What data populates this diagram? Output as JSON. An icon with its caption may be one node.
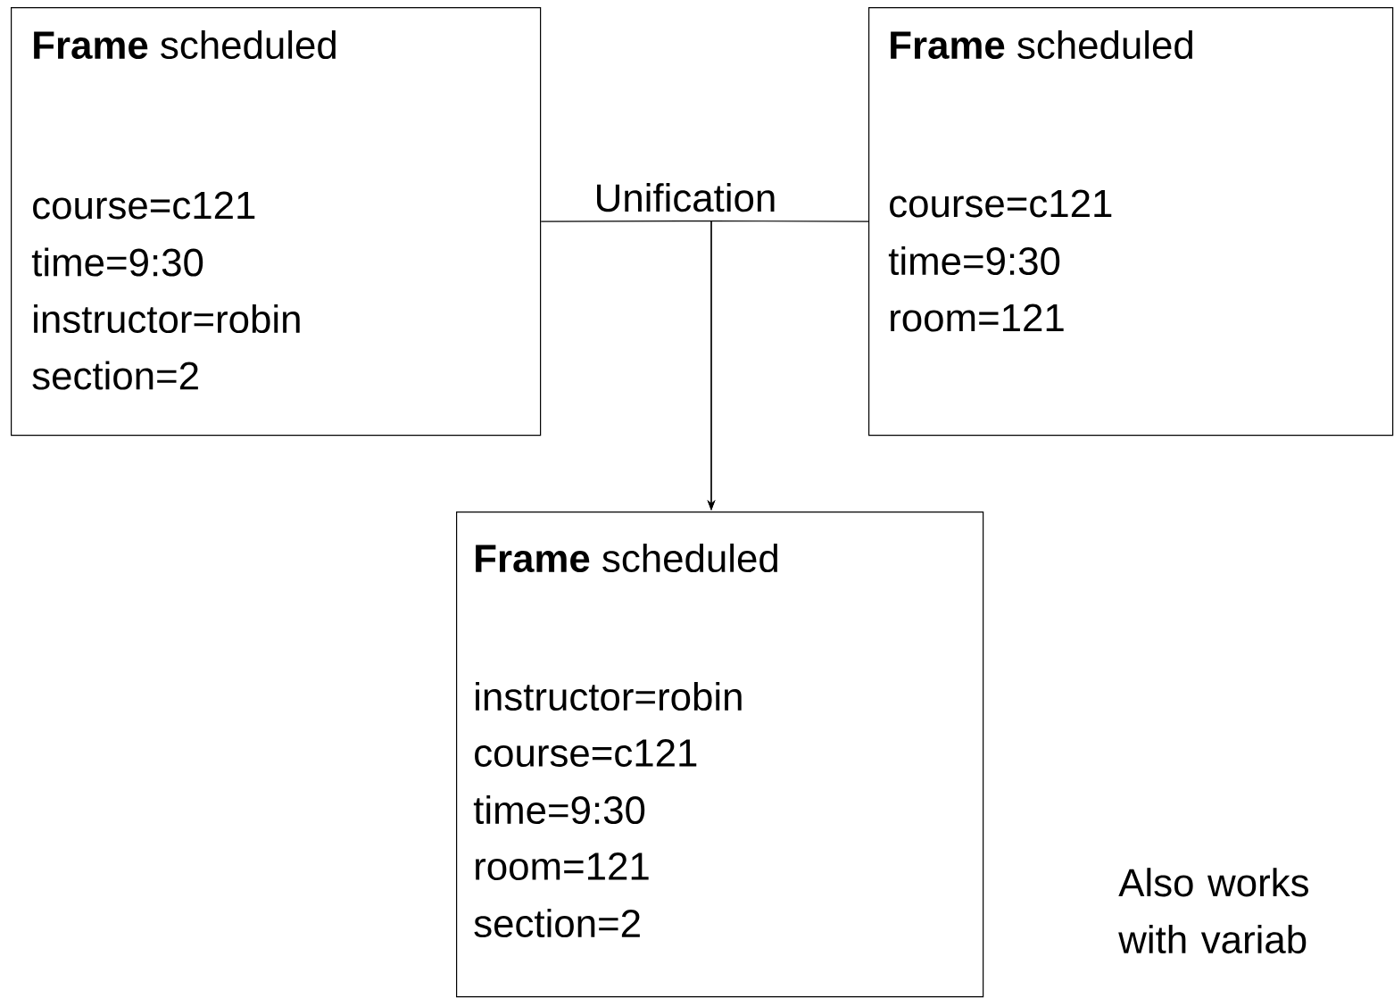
{
  "diagram": {
    "nodes": [
      {
        "text": [
          "**Frame** scheduled",
          "course=c121",
          "time=9:30",
          "instructor=robin",
          "section=2"
        ]
      },
      {
        "text": [
          "**Frame** scheduled",
          "course=c121",
          "time=9:30",
          "room=121"
        ]
      },
      {
        "text": [
          "**Frame** scheduled",
          "instructor=robin",
          "course=c121",
          "time=9:30",
          "room=121",
          "section=2"
        ]
      }
    ],
    "edges": [
      {
        "from": 0,
        "to": 2,
        "arrow": "to",
        "label": "Unification"
      },
      {
        "from": 1,
        "to": 2,
        "arrow": "to"
      }
    ],
    "labels": [
      "Also works with variab"
    ]
  }
}
